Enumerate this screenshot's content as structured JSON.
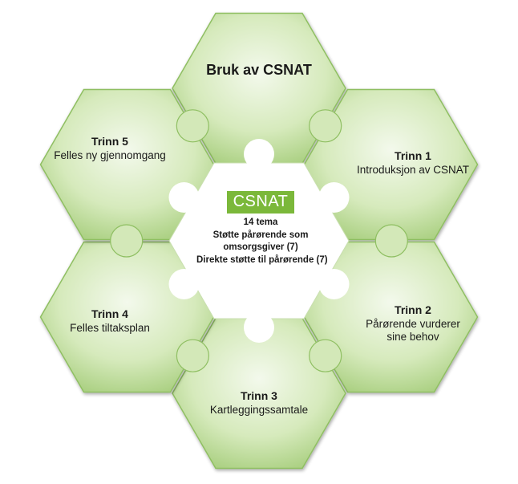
{
  "center": {
    "logo": "CSNAT",
    "lines": [
      "14 tema",
      "Støtte pårørende som",
      "omsorgsgiver (7)",
      "Direkte støtte til pårørende (7)"
    ]
  },
  "segments": [
    {
      "id": "top",
      "title": "Bruk av CSNAT",
      "body": ""
    },
    {
      "id": "trinn1",
      "title": "Trinn 1",
      "body": "Introduksjon av CSNAT"
    },
    {
      "id": "trinn2",
      "title": "Trinn 2",
      "body": "Pårørende vurderer\nsine behov"
    },
    {
      "id": "trinn3",
      "title": "Trinn 3",
      "body": "Kartleggingssamtale"
    },
    {
      "id": "trinn4",
      "title": "Trinn 4",
      "body": "Felles tiltaksplan"
    },
    {
      "id": "trinn5",
      "title": "Trinn 5",
      "body": "Felles ny gjennomgang"
    }
  ],
  "colors": {
    "hex_fill_light": "#eef6e4",
    "hex_fill_dark": "#b5d68f",
    "hex_stroke": "#8fbf62",
    "center_fill": "#ffffff",
    "logo_bg": "#7bb83a"
  }
}
